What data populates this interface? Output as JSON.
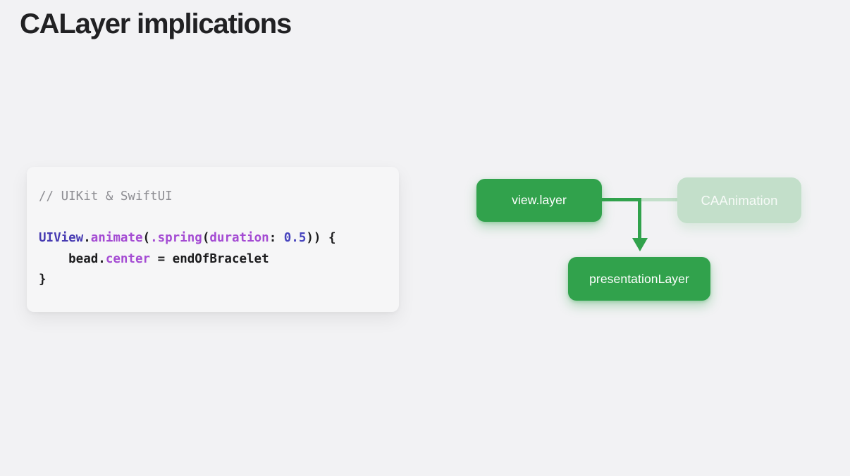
{
  "title": "CALayer implications",
  "code": {
    "lines": [
      [
        {
          "t": "// UIKit & SwiftUI",
          "c": "comment"
        }
      ],
      [],
      [
        {
          "t": "UIView",
          "c": "type"
        },
        {
          "t": ".",
          "c": "plain"
        },
        {
          "t": "animate",
          "c": "method"
        },
        {
          "t": "(",
          "c": "plain"
        },
        {
          "t": ".spring",
          "c": "method"
        },
        {
          "t": "(",
          "c": "plain"
        },
        {
          "t": "duration",
          "c": "method"
        },
        {
          "t": ": ",
          "c": "plain"
        },
        {
          "t": "0.5",
          "c": "number"
        },
        {
          "t": ")) {",
          "c": "plain"
        }
      ],
      [
        {
          "t": "    bead.",
          "c": "plain"
        },
        {
          "t": "center",
          "c": "method"
        },
        {
          "t": " = endOfBracelet",
          "c": "plain"
        }
      ],
      [
        {
          "t": "}",
          "c": "plain"
        }
      ]
    ]
  },
  "diagram": {
    "nodes": [
      {
        "id": "view-layer",
        "label": "view.layer",
        "style": "solid"
      },
      {
        "id": "caanimation",
        "label": "CAAnimation",
        "style": "faded"
      },
      {
        "id": "presentation-layer",
        "label": "presentationLayer",
        "style": "solid"
      }
    ],
    "edges": [
      {
        "from": "view-layer",
        "to": "presentation-layer",
        "style": "solid-green-arrow"
      },
      {
        "from": "caanimation",
        "to": "view-layer",
        "style": "faded-green-line"
      }
    ],
    "colors": {
      "solid_green": "#31A24C",
      "faded_green": "#C3DFCA",
      "node_text": "#FFFFFF"
    }
  },
  "colors": {
    "page_background": "#F2F2F4",
    "code_card_background": "#F6F6F7",
    "title_text": "#212123",
    "code_comment": "#8E8E93",
    "code_type": "#473BB2",
    "code_method": "#A44BD3",
    "code_number": "#4744BE",
    "code_plain": "#1C1C1E"
  }
}
